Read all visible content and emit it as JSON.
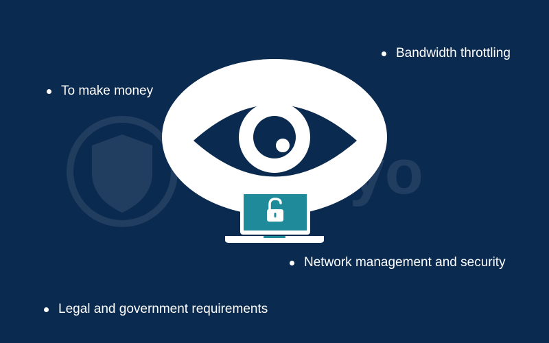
{
  "bullets": [
    "Bandwidth throttling",
    "To make money",
    "Network management and security",
    "Legal and government requirements"
  ],
  "watermark": "Gethyo",
  "icons": {
    "eye": "eye-icon",
    "laptop": "laptop-icon",
    "lock": "unlocked-padlock-icon",
    "watermark_logo": "shield-lock-icon"
  },
  "colors": {
    "background": "#0b2a4f",
    "foreground": "#ffffff",
    "laptop_screen": "#1f8a99"
  }
}
